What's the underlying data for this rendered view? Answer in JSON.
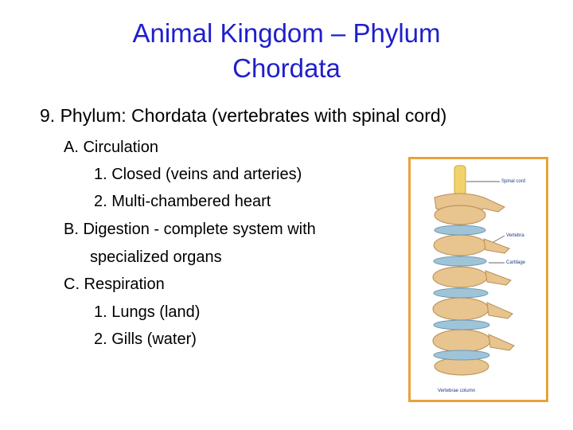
{
  "slide": {
    "title_line1": "Animal Kingdom – Phylum",
    "title_line2": "Chordata",
    "heading": "9. Phylum: Chordata (vertebrates with spinal cord)",
    "outline": [
      "A. Circulation",
      "1.  Closed (veins and arteries)",
      "2. Multi-chambered heart",
      "B.  Digestion - complete system with",
      "specialized organs",
      "C.  Respiration",
      "1.  Lungs (land)",
      "2.  Gills (water)"
    ]
  },
  "figure": {
    "labels": {
      "spinal_cord": "Spinal cord",
      "vertebra": "Vertebra",
      "cartilage": "Cartilage",
      "caption": "Vertebrae column"
    },
    "colors": {
      "frame": "#e8a23a",
      "bone": "#e8c48e",
      "cartilage": "#9fc4d8",
      "cord": "#f2d36b"
    }
  }
}
